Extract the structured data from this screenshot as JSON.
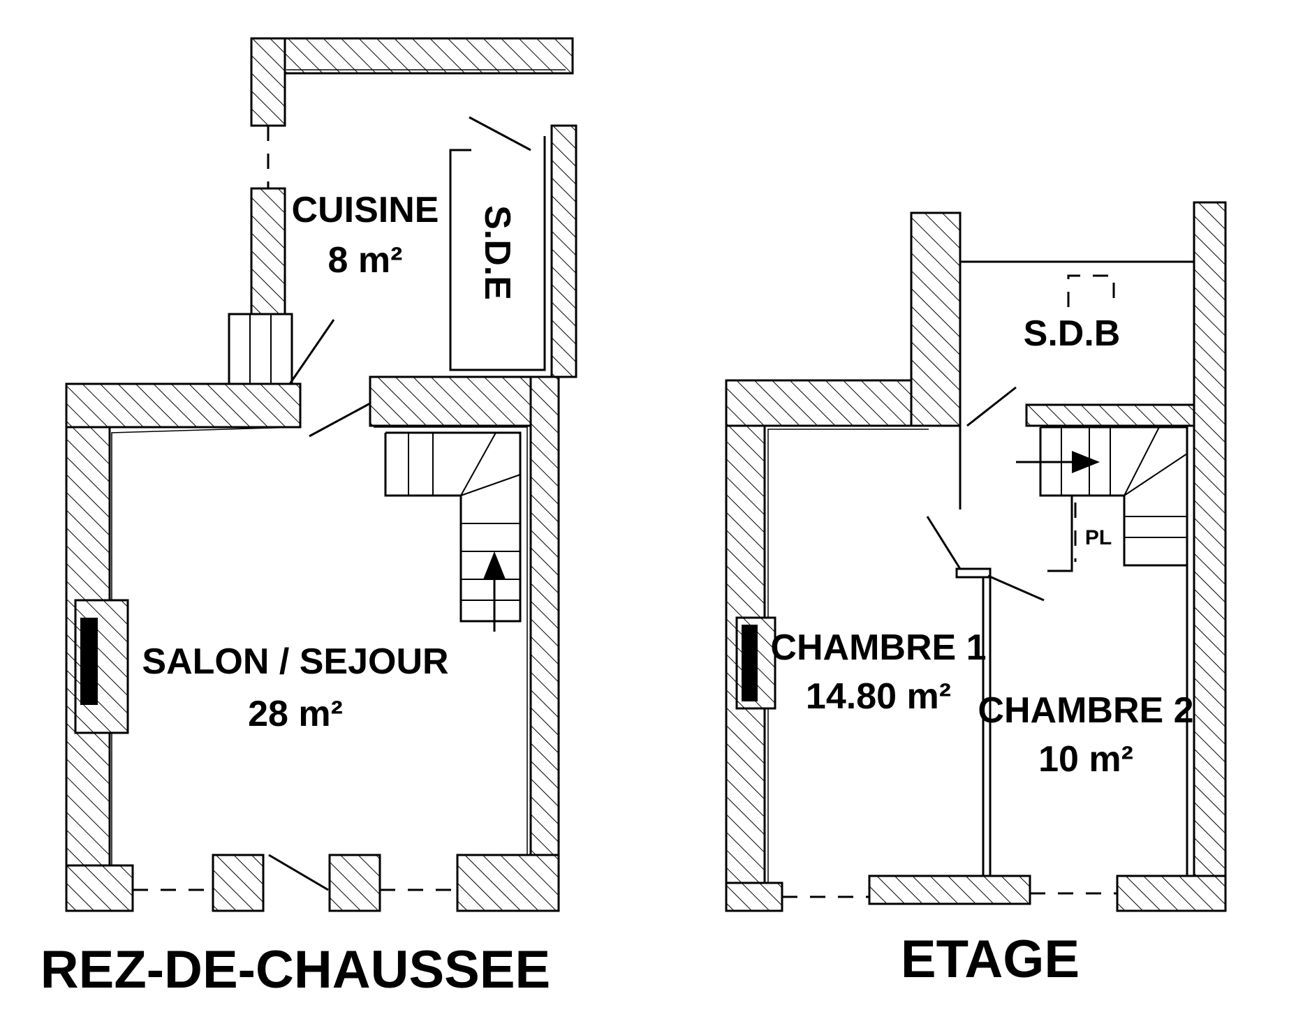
{
  "floors": {
    "ground": {
      "title": "REZ-DE-CHAUSSEE",
      "rooms": {
        "cuisine": {
          "name": "CUISINE",
          "area": "8 m²"
        },
        "sde": {
          "name": "S.D.E"
        },
        "salon": {
          "name": "SALON / SEJOUR",
          "area": "28 m²"
        }
      }
    },
    "upper": {
      "title": "ETAGE",
      "rooms": {
        "sdb": {
          "name": "S.D.B"
        },
        "pl": {
          "name": "PL"
        },
        "chambre1": {
          "name": "CHAMBRE 1",
          "area": "14.80 m²"
        },
        "chambre2": {
          "name": "CHAMBRE 2",
          "area": "10 m²"
        }
      }
    }
  },
  "colors": {
    "ink": "#000000",
    "paper": "#ffffff"
  }
}
